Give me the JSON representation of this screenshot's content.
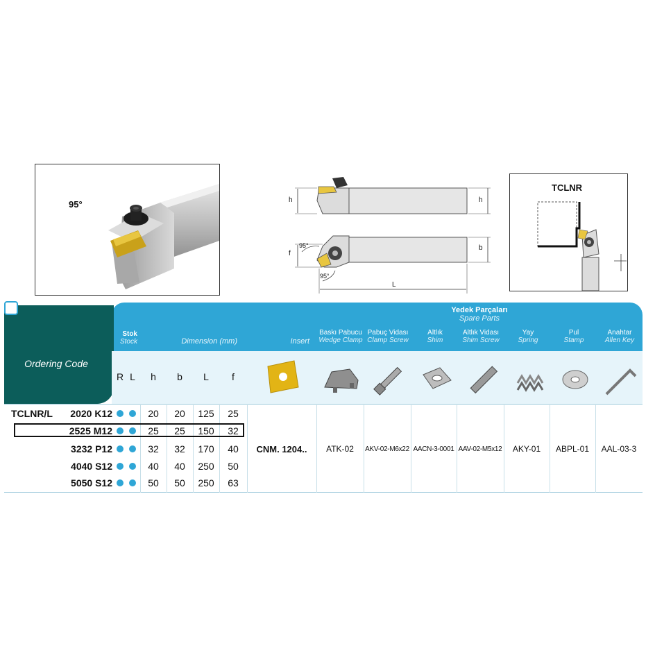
{
  "photo": {
    "angle_label": "95°"
  },
  "drawing": {
    "h_left": "h",
    "h_right": "h",
    "f_label": "f",
    "b_label": "b",
    "angle_top": "95°",
    "angle_bottom": "95°",
    "length_label": "L"
  },
  "schematic": {
    "title": "TCLNR"
  },
  "table": {
    "ordering_code_label": "Ordering Code",
    "stock_tr": "Stok",
    "stock_en": "Stock",
    "stock_r": "R",
    "stock_l": "L",
    "dimension_label": "Dimension (mm)",
    "dim_cols": [
      "h",
      "b",
      "L",
      "f"
    ],
    "insert_label": "Insert",
    "spare_tr": "Yedek Parçaları",
    "spare_en": "Spare Parts",
    "spare_cols": [
      {
        "tr": "Baskı Pabucu",
        "en": "Wedge Clamp",
        "value": "ATK-02"
      },
      {
        "tr": "Pabuç Vidası",
        "en": "Clamp Screw",
        "value": "AKV-02-M6x22"
      },
      {
        "tr": "Altlık",
        "en": "Shim",
        "value": "AACN-3-0001"
      },
      {
        "tr": "Altlık Vidası",
        "en": "Shim Screw",
        "value": "AAV-02-M5x12"
      },
      {
        "tr": "Yay",
        "en": "Spring",
        "value": "AKY-01"
      },
      {
        "tr": "Pul",
        "en": "Stamp",
        "value": "ABPL-01"
      },
      {
        "tr": "Anahtar",
        "en": "Allen Key",
        "value": "AAL-03-3"
      }
    ],
    "insert_value": "CNM. 1204..",
    "rows": [
      {
        "prefix": "TCLNR/L",
        "code": "2020 K12",
        "h": "20",
        "b": "20",
        "L": "125",
        "f": "25"
      },
      {
        "prefix": "",
        "code": "2525 M12",
        "h": "25",
        "b": "25",
        "L": "150",
        "f": "32"
      },
      {
        "prefix": "",
        "code": "3232 P12",
        "h": "32",
        "b": "32",
        "L": "170",
        "f": "40"
      },
      {
        "prefix": "",
        "code": "4040 S12",
        "h": "40",
        "b": "40",
        "L": "250",
        "f": "50"
      },
      {
        "prefix": "",
        "code": "5050 S12",
        "h": "50",
        "b": "50",
        "L": "250",
        "f": "63"
      }
    ]
  }
}
